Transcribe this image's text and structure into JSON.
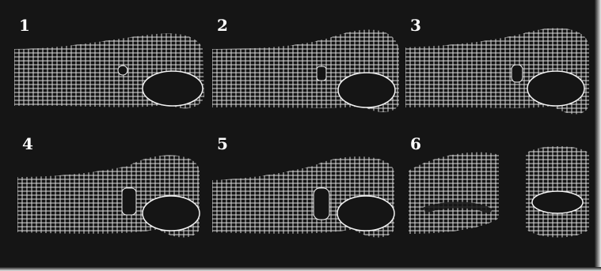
{
  "panels": [
    {
      "label": "1",
      "stage": "small-pore"
    },
    {
      "label": "2",
      "stage": "pore-widening"
    },
    {
      "label": "3",
      "stage": "pore-widening"
    },
    {
      "label": "4",
      "stage": "neck-forming"
    },
    {
      "label": "5",
      "stage": "neck-thinning"
    },
    {
      "label": "6",
      "stage": "separated"
    }
  ],
  "colors": {
    "background": "#151515",
    "mesh": "#f2f2f2",
    "label": "#ffffff"
  }
}
